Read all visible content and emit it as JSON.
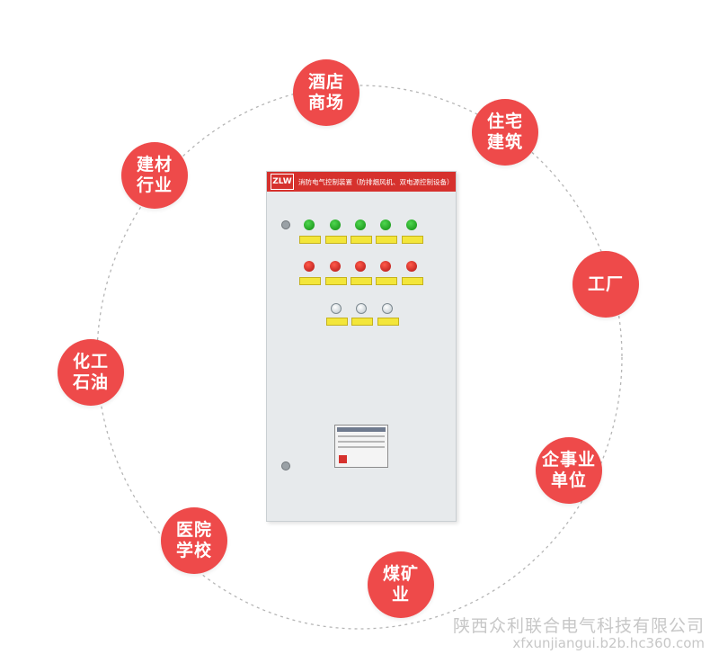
{
  "applications": [
    {
      "id": "mall",
      "line1": "酒店",
      "line2": "商场"
    },
    {
      "id": "residential",
      "line1": "住宅",
      "line2": "建筑"
    },
    {
      "id": "factory",
      "line1": "工厂",
      "line2": ""
    },
    {
      "id": "enterprise",
      "line1": "企事业",
      "line2": "单位"
    },
    {
      "id": "coal",
      "line1": "煤矿",
      "line2": "业"
    },
    {
      "id": "hospital",
      "line1": "医院",
      "line2": "学校"
    },
    {
      "id": "chemical",
      "line1": "化工",
      "line2": "石油"
    },
    {
      "id": "building-materials",
      "line1": "建材",
      "line2": "行业"
    }
  ],
  "cabinet": {
    "logo": "ZLW",
    "title": "消防电气控制装置（防排烟风机、双电源控制设备）",
    "green_lamps": 5,
    "red_lamps": 5,
    "white_buttons": 3
  },
  "footer": {
    "company": "陕西众利联合电气科技有限公司",
    "url": "xfxunjiangui.b2b.hc360.com"
  },
  "colors": {
    "bubble": "#ee4a4a",
    "header_red": "#d6312d",
    "cabinet_body": "#e7eaec",
    "ring": "#b5b5b5"
  }
}
